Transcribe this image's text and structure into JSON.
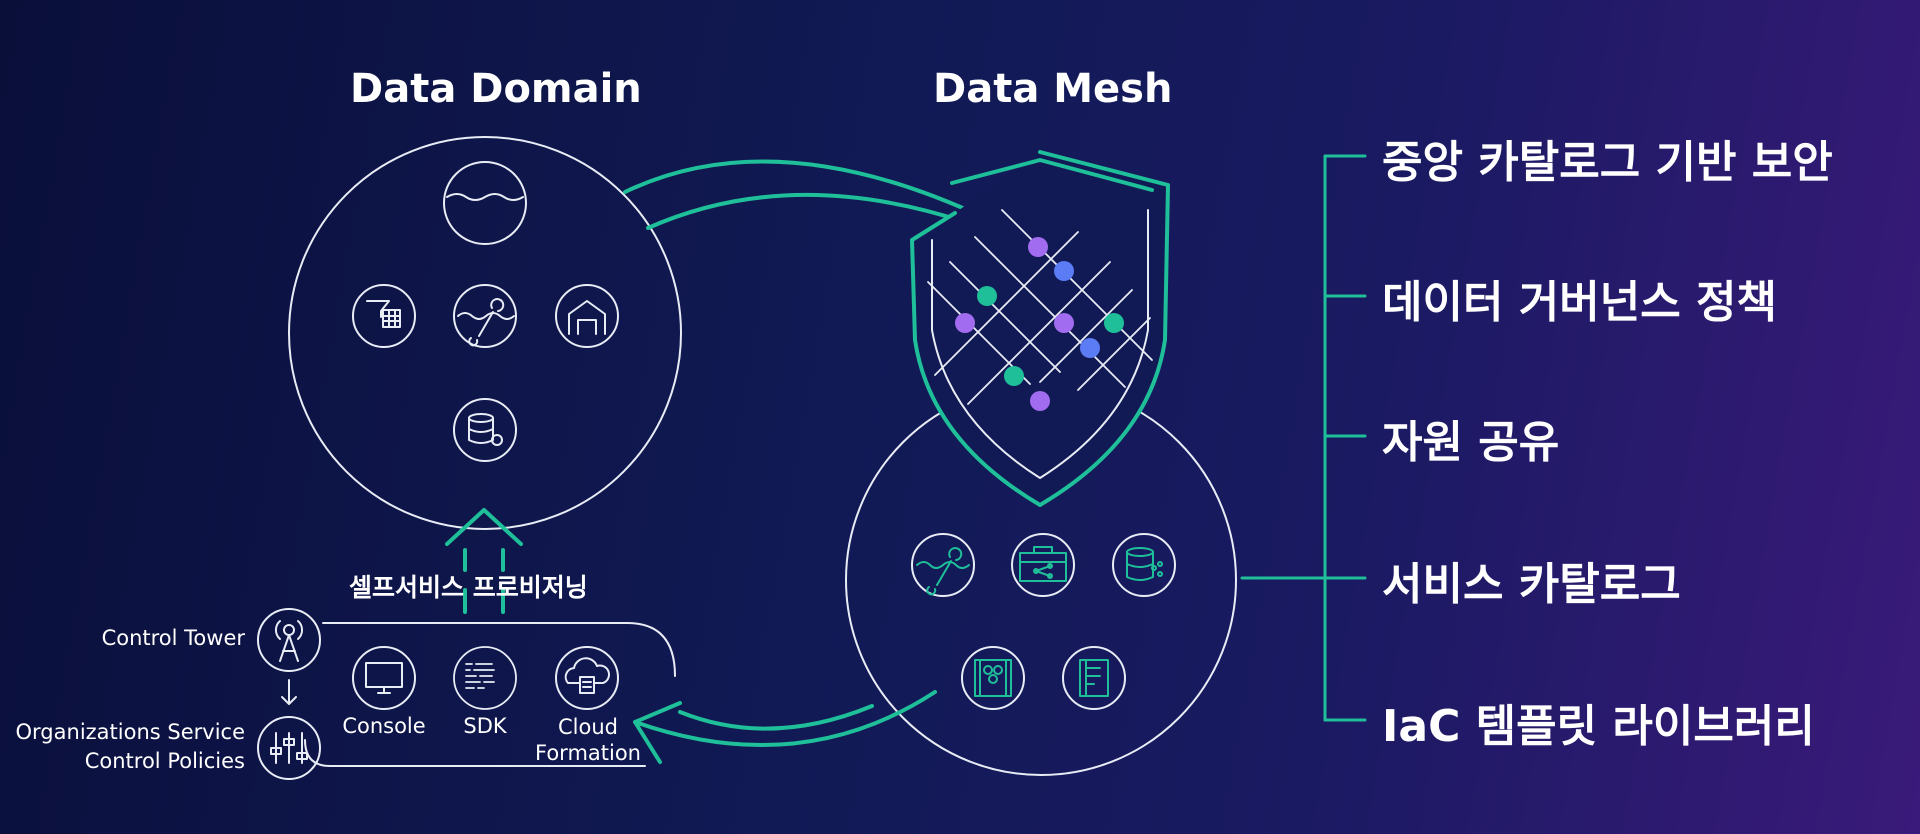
{
  "titles": {
    "data_domain": "Data Domain",
    "data_mesh": "Data Mesh"
  },
  "provisioning": {
    "label": "셀프서비스 프로비저닝",
    "tools": [
      "Console",
      "SDK",
      "Cloud\nFormation"
    ]
  },
  "governance": {
    "control_tower": "Control Tower",
    "scp": "Organizations Service\nControl Policies"
  },
  "features": [
    "중앙 카탈로그 기반 보안",
    "데이터 거버넌스 정책",
    "자원 공유",
    "서비스 카탈로그",
    "IaC 템플릿 라이브러리"
  ],
  "colors": {
    "accent": "#1fbf9a",
    "line": "#e8ecf5",
    "node_purple": "#a26cf0",
    "node_blue": "#5b7cf5",
    "node_green": "#1fbf9a"
  },
  "icons": {
    "domain": [
      "data-lake-icon",
      "data-pipeline-icon",
      "analytics-tools-icon",
      "data-warehouse-icon",
      "database-icon"
    ],
    "mesh": [
      "analytics-tools-icon",
      "toolbox-share-icon",
      "database-share-icon",
      "catalog-book-icon",
      "template-document-icon"
    ],
    "tools": [
      "console-monitor-icon",
      "sdk-code-icon",
      "cloudformation-icon"
    ]
  }
}
